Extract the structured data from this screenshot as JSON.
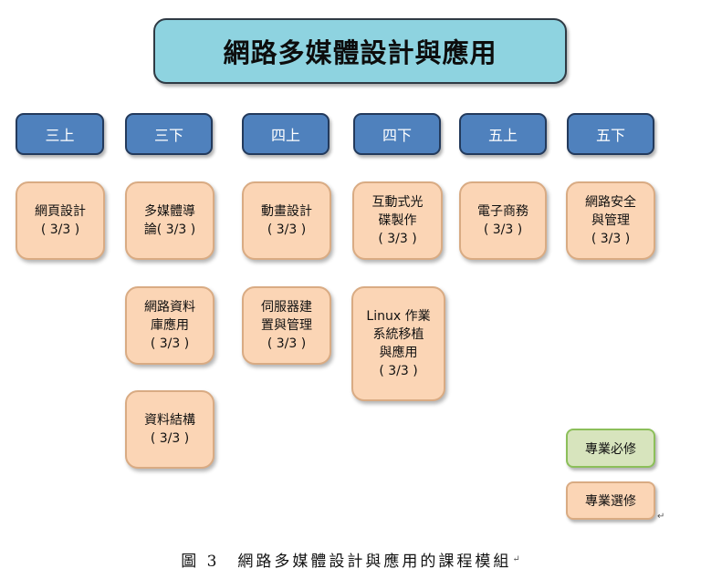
{
  "title": "網路多媒體設計與應用",
  "semesters": [
    "三上",
    "三下",
    "四上",
    "四下",
    "五上",
    "五下"
  ],
  "courses": {
    "c_web_design": {
      "name": [
        "網頁設計"
      ],
      "credit": "( 3/3 )"
    },
    "c_multimedia_intro": {
      "name": [
        "多媒體導",
        "論( 3/3 )"
      ],
      "credit": ""
    },
    "c_network_db": {
      "name": [
        "網路資料",
        "庫應用"
      ],
      "credit": "( 3/3 )"
    },
    "c_data_structures": {
      "name": [
        "資料結構"
      ],
      "credit": "( 3/3 )"
    },
    "c_animation_design": {
      "name": [
        "動畫設計"
      ],
      "credit": "( 3/3 )"
    },
    "c_server_setup": {
      "name": [
        "伺服器建",
        "置與管理"
      ],
      "credit": "( 3/3 )"
    },
    "c_interactive_cd": {
      "name": [
        "互動式光",
        "碟製作"
      ],
      "credit": "( 3/3 )"
    },
    "c_linux_porting": {
      "name": [
        "Linux 作業",
        "系統移植",
        "與應用"
      ],
      "credit": "( 3/3 )"
    },
    "c_ecommerce": {
      "name": [
        "電子商務"
      ],
      "credit": "( 3/3 )"
    },
    "c_network_security": {
      "name": [
        "網路安全",
        "與管理"
      ],
      "credit": "( 3/3 )"
    }
  },
  "legend": {
    "required": "專業必修",
    "elective": "專業選修"
  },
  "caption": {
    "text": "圖 3　網路多媒體設計與應用的課程模組",
    "mark": "↵"
  }
}
